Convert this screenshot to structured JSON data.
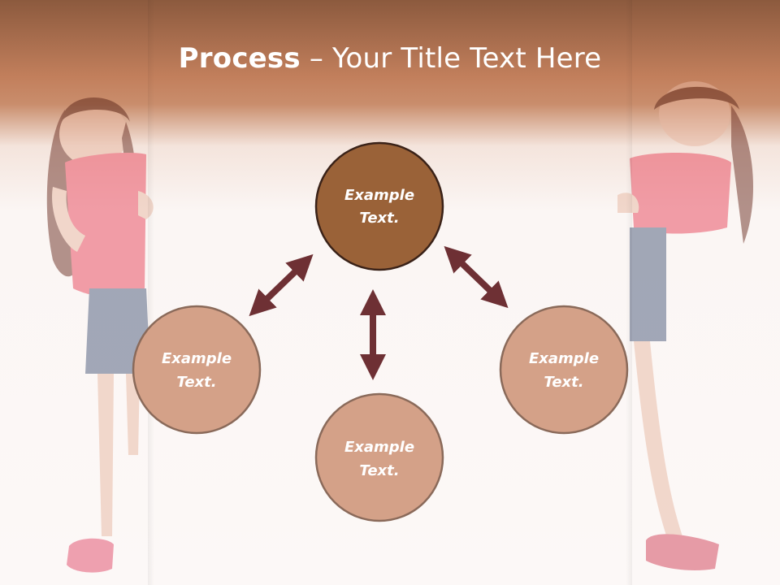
{
  "title": {
    "bold": "Process",
    "separator": " – ",
    "rest": "Your Title Text Here"
  },
  "nodes": [
    {
      "line1": "Example",
      "line2": "Text.",
      "color": "#9a6238"
    },
    {
      "line1": "Example",
      "line2": "Text.",
      "color": "#d4a188"
    },
    {
      "line1": "Example",
      "line2": "Text.",
      "color": "#d4a188"
    },
    {
      "line1": "Example",
      "line2": "Text.",
      "color": "#d4a188"
    }
  ],
  "colors": {
    "arrow": "#6e3034",
    "header": "#c27f5c",
    "node_border": "#7a5a4a"
  }
}
